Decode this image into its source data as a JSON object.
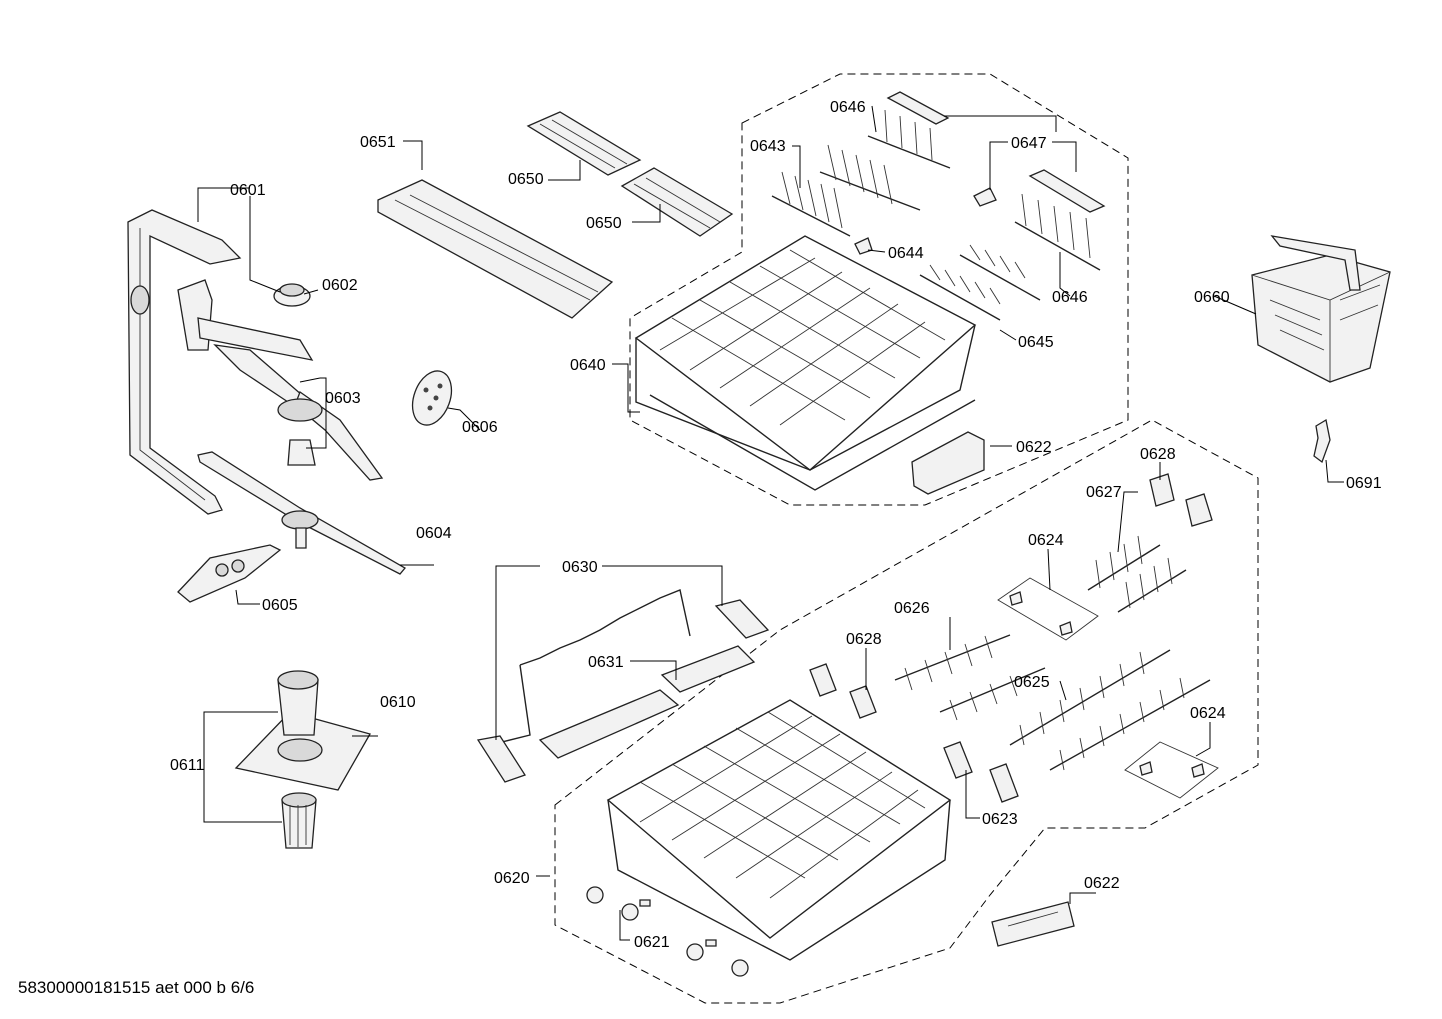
{
  "document_id": "58300000181515 aet 000 b 6/6",
  "labels": {
    "l0601": "0601",
    "l0602": "0602",
    "l0603": "0603",
    "l0604": "0604",
    "l0605": "0605",
    "l0606": "0606",
    "l0610": "0610",
    "l0611": "0611",
    "l0620": "0620",
    "l0621": "0621",
    "l0622a": "0622",
    "l0622b": "0622",
    "l0623": "0623",
    "l0624a": "0624",
    "l0624b": "0624",
    "l0625": "0625",
    "l0626": "0626",
    "l0627": "0627",
    "l0628a": "0628",
    "l0628b": "0628",
    "l0630": "0630",
    "l0631": "0631",
    "l0640": "0640",
    "l0643": "0643",
    "l0644": "0644",
    "l0645": "0645",
    "l0646a": "0646",
    "l0646b": "0646",
    "l0647": "0647",
    "l0650a": "0650",
    "l0650b": "0650",
    "l0651": "0651",
    "l0660": "0660",
    "l0691": "0691"
  }
}
